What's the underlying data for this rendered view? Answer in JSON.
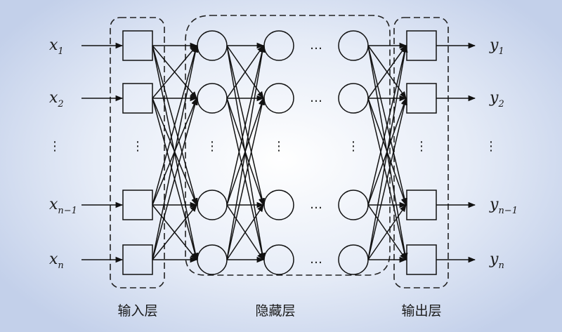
{
  "inputs": [
    {
      "base": "x",
      "sub": "1"
    },
    {
      "base": "x",
      "sub": "2"
    },
    {
      "base": "x",
      "sub": "n−1"
    },
    {
      "base": "x",
      "sub": "n"
    }
  ],
  "outputs": [
    {
      "base": "y",
      "sub": "1"
    },
    {
      "base": "y",
      "sub": "2"
    },
    {
      "base": "y",
      "sub": "n−1"
    },
    {
      "base": "y",
      "sub": "n"
    }
  ],
  "layers": {
    "input_label": "输入层",
    "hidden_label": "隐藏层",
    "output_label": "输出层"
  },
  "ellipsis_vertical": "⋮",
  "ellipsis_horizontal": "…"
}
